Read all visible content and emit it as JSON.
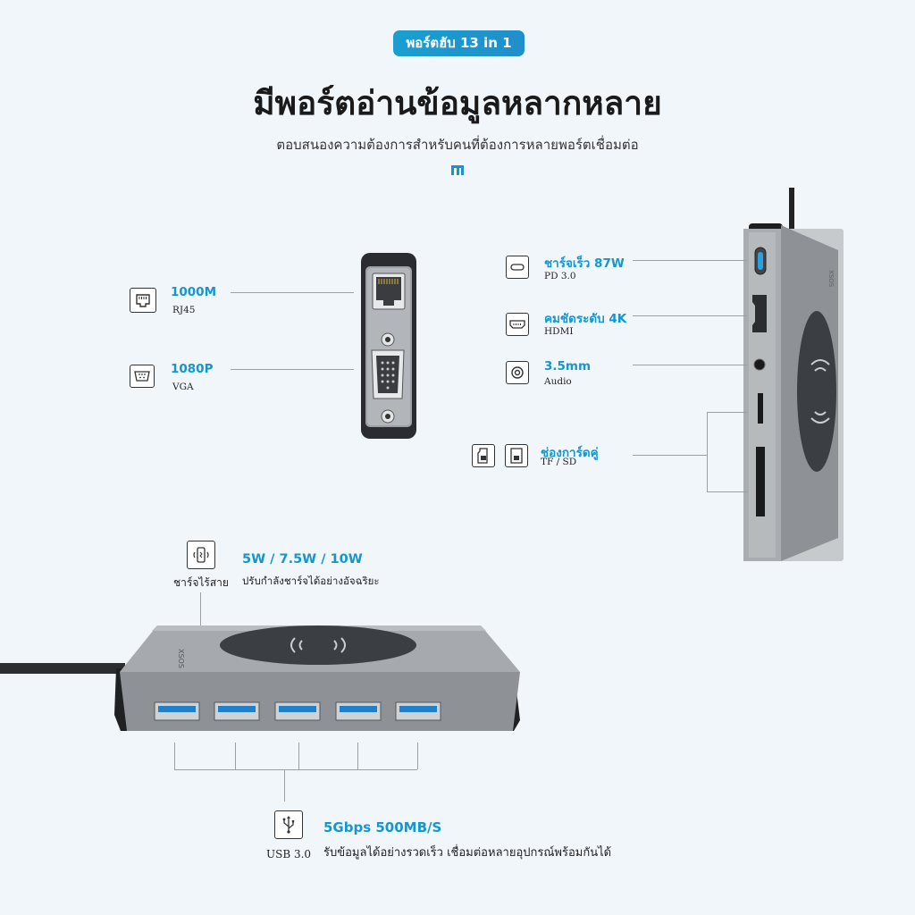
{
  "header": {
    "badge": "พอร์ตฮับ 13 in 1",
    "title": "มีพอร์ตอ่านข้อมูลหลากหลาย",
    "subtitle": "ตอบสนองความต้องการสำหรับคนที่ต้องการหลายพอร์ตเชื่อมต่อ",
    "brand_mark": "ꟽ"
  },
  "left_ports": [
    {
      "title": "1000M",
      "sub": "RJ45",
      "icon": "ethernet-icon"
    },
    {
      "title": "1080P",
      "sub": "VGA",
      "icon": "vga-icon"
    }
  ],
  "right_ports": [
    {
      "title": "ชาร์จเร็ว 87W",
      "sub": "PD 3.0",
      "icon": "usb-c-icon"
    },
    {
      "title": "คมชัดระดับ 4K",
      "sub": "HDMI",
      "icon": "hdmi-icon"
    },
    {
      "title": "3.5mm",
      "sub": "Audio",
      "icon": "audio-jack-icon"
    },
    {
      "title": "ช่องการ์ดคู่",
      "sub": "TF / SD",
      "icon": "sd-card-icon"
    }
  ],
  "wireless": {
    "icon_label": "ชาร์จไร้สาย",
    "title": "5W / 7.5W / 10W",
    "sub": "ปรับกำลังชาร์จได้อย่างอัจฉริยะ"
  },
  "usb": {
    "icon_label": "USB 3.0",
    "title": "5Gbps 500MB/S",
    "sub": "รับข้อมูลได้อย่างรวดเร็ว เชื่อมต่อหลายอุปกรณ์พร้อมกันได้"
  },
  "device": {
    "logo_text": "XSOS"
  },
  "colors": {
    "accent": "#1596cc",
    "background": "#f1f6fb",
    "device_body": "#8e9296",
    "charging_pad": "#3b3f44"
  }
}
